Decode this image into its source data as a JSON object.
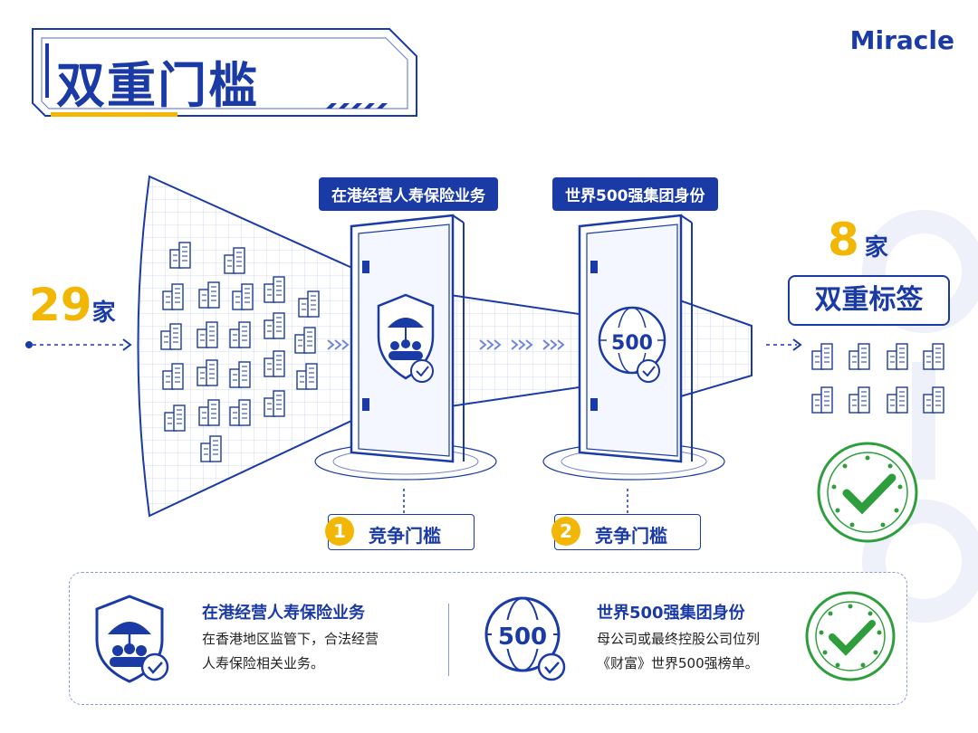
{
  "title": "双重门槛",
  "brand": "Miracle",
  "left_count": {
    "number": "29",
    "unit": "家"
  },
  "right_count": {
    "number": "8",
    "unit": "家"
  },
  "right_label": "双重标签",
  "door1": {
    "tag": "在港经营人寿保险业务",
    "step_num": "1",
    "step_label": "竞争门槛"
  },
  "door2": {
    "tag": "世界500强集团身份",
    "step_num": "2",
    "step_label": "竞争门槛",
    "badge_text": "500"
  },
  "bottom": {
    "item1": {
      "title": "在港经营人寿保险业务",
      "desc_line1": "在香港地区监管下，合法经营",
      "desc_line2": "人寿保险相关业务。"
    },
    "item2": {
      "title": "世界500强集团身份",
      "desc_line1": "母公司或最终控股公司位列",
      "desc_line2": "《财富》世界500强榜单。",
      "badge_text": "500"
    }
  },
  "colors": {
    "primary": "#1a3aa6",
    "accent": "#f2b705",
    "check_green": "#2e9e3c"
  }
}
